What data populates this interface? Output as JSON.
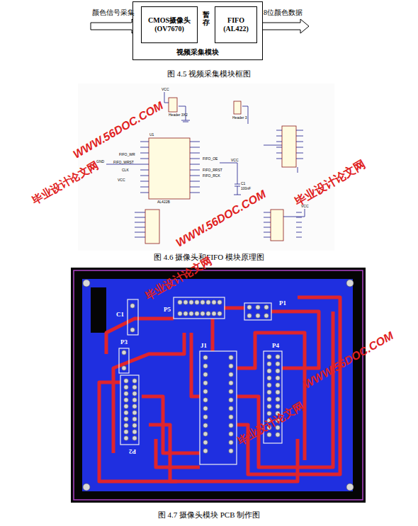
{
  "diagram": {
    "nodes": [
      {
        "text": [
          "视频采集模块"
        ]
      },
      {
        "text": [
          "CMOS摄像头 (OV7670)"
        ],
        "in": 0
      },
      {
        "text": [
          "FIFO (AL422)"
        ],
        "in": 0
      }
    ],
    "edges": [
      {
        "from": 1,
        "to": 2,
        "arrow": "to",
        "label": "暂存"
      }
    ],
    "labels": [
      "颜色信号采集",
      "8位颜色数据",
      "图 4.5 视频采集模块框图",
      "Header 3X2",
      "Header 3",
      "U1",
      "AL422B",
      "FIFO_WR",
      "FIFO_WRST",
      "CLK",
      "VCC",
      "GND",
      "FIFO_OE",
      "FIFO_RRST",
      "FIFO_RCK",
      "C1",
      "100nF",
      "VCC",
      "VCC",
      "VCC",
      "图 4.6 摄像头和FIFO 模块原理图",
      "C1",
      "P5",
      "P1",
      "P3",
      "J1",
      "P4",
      "P2",
      "图 4.7 摄像头模块 PCB 制作图",
      "WWW.56DOC.COM",
      "毕业设计论文网",
      "WWW.56DOC.COM",
      "毕业设计论文网",
      "毕业设计论文网",
      "WWW.56DOC.COM",
      "毕业设计论文网"
    ]
  }
}
